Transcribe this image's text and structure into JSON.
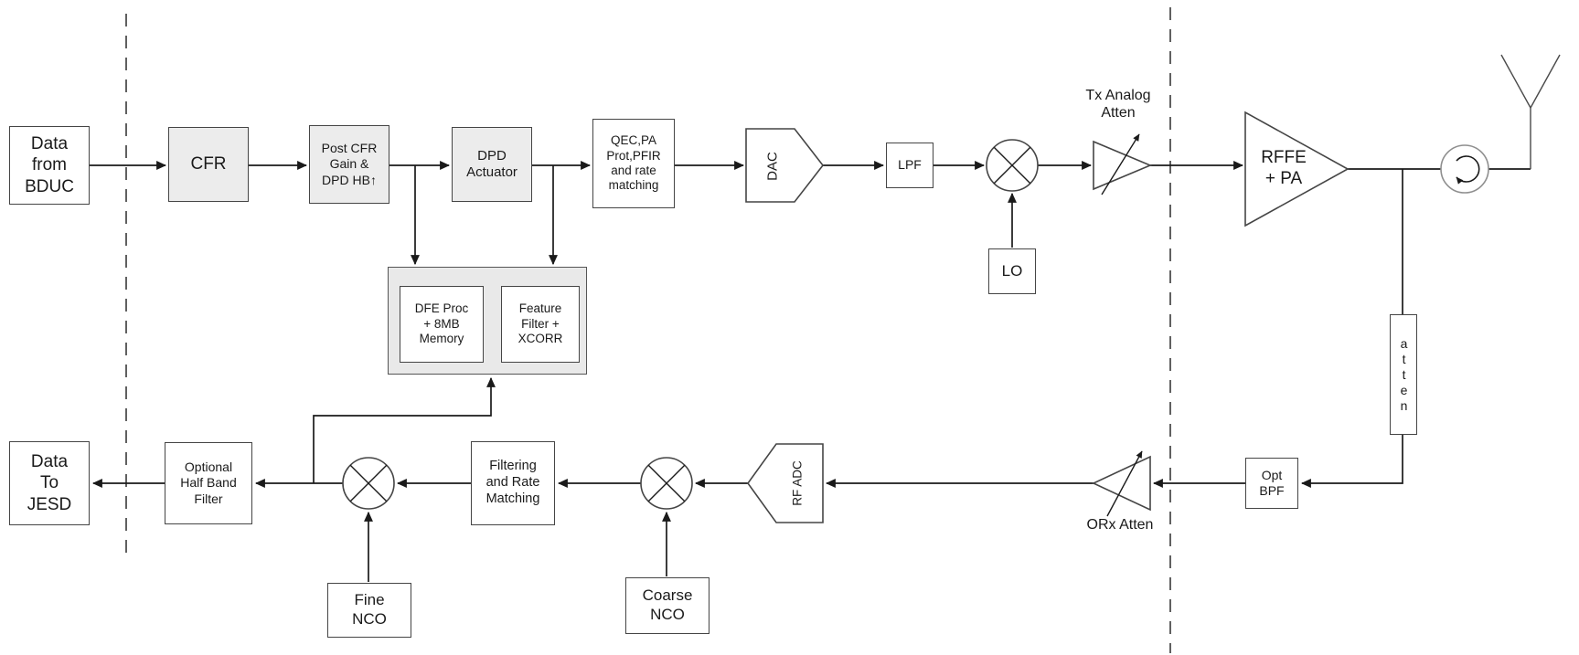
{
  "diagram": {
    "type": "rf-transceiver-block-diagram",
    "labels": {
      "data_from_bduc": "Data\nfrom\nBDUC",
      "cfr": "CFR",
      "post_cfr": "Post CFR\nGain &\nDPD HB↑",
      "dpd_actuator": "DPD\nActuator",
      "qec": "QEC,PA\nProt,PFIR\nand rate\nmatching",
      "dac": "DAC",
      "lpf": "LPF",
      "lo": "LO",
      "tx_analog_atten": "Tx Analog\nAtten",
      "rffe_pa": "RFFE\n+ PA",
      "atten": "atten",
      "opt_bpf": "Opt\nBPF",
      "orx_atten": "ORx Atten",
      "rf_adc": "RF ADC",
      "coarse_nco": "Coarse\nNCO",
      "filtering": "Filtering\nand Rate\nMatching",
      "fine_nco": "Fine\nNCO",
      "optional_half_band": "Optional\nHalf Band\nFilter",
      "data_to_jesd": "Data\nTo\nJESD",
      "dfe_proc": "DFE Proc\n+ 8MB\nMemory",
      "feature_filter": "Feature\nFilter +\nXCORR"
    },
    "colors": {
      "line": "#1a1a1a",
      "box_border": "#454545",
      "gray_fill": "#ececec",
      "container_fill": "#e9e9e9",
      "background": "#ffffff"
    }
  }
}
